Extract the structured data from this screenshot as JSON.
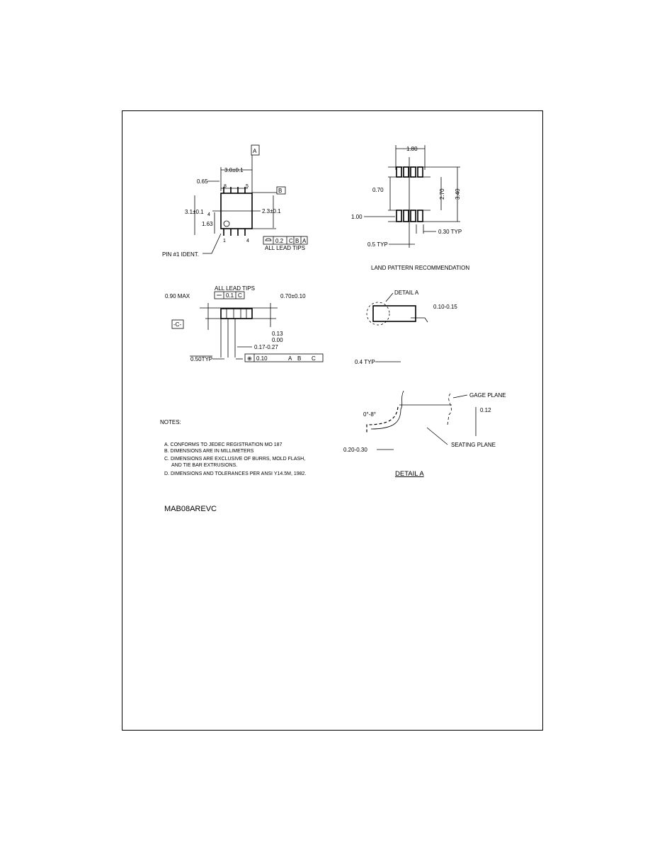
{
  "top_view": {
    "width_dim": "3.0±0.1",
    "pitch_dim": "0.65",
    "body_dim": "2.3±0.1",
    "height_dim": "3.1±0.1",
    "pin1_dim": "1.63",
    "pin_top_left": "8",
    "pin_top_right": "5",
    "pin_bottom_left": "1",
    "pin_bottom_right": "4",
    "center_mark": "4",
    "datum_a": "A",
    "datum_b": "B",
    "tolerance_value": "0.2",
    "tolerance_ref_c": "C",
    "tolerance_ref_b": "B",
    "tolerance_ref_a": "A",
    "lead_tips_note": "ALL LEAD TIPS",
    "pin1_label": "PIN #1 IDENT."
  },
  "land_pattern": {
    "width_dim": "1.80",
    "gap_dim": "0.70",
    "span_dim": "2.70",
    "outer_dim": "3.40",
    "pad_len_dim": "1.00",
    "pad_width_dim": "0.30 TYP",
    "pitch_dim": "0.5 TYP",
    "title": "LAND PATTERN RECOMMENDATION"
  },
  "side_view": {
    "lead_tips_note": "ALL LEAD TIPS",
    "coplanarity_value": "0.1",
    "coplanarity_ref": "C",
    "max_height": "0.90 MAX",
    "standoff": "0.70±0.10",
    "datum_c": "-C-",
    "thickness_top": "0.13",
    "thickness_bottom": "0.00",
    "lead_width": "0.17-0.27",
    "pitch": "0.50TYP",
    "position_tol": "0.10",
    "position_ref1": "A",
    "position_ref2": "B",
    "position_ref3": "C"
  },
  "detail_callout": {
    "label": "DETAIL A",
    "lead_thickness": "0.10-0.15",
    "typ_angle": "0.4 TYP"
  },
  "detail_a": {
    "angle": "0°-8°",
    "gage_plane": "GAGE PLANE",
    "gage_value": "0.12",
    "seating_plane": "SEATING PLANE",
    "foot_length": "0.20-0.30",
    "title": "DETAIL A"
  },
  "notes": {
    "heading": "NOTES:",
    "items": [
      "A. CONFORMS TO JEDEC REGISTRATION MO 187",
      "B. DIMENSIONS ARE IN MILLIMETERS",
      "C. DIMENSIONS ARE EXCLUSIVE OF BURRS, MOLD FLASH,",
      "AND TIE BAR EXTRUSIONS.",
      "D. DIMENSIONS AND TOLERANCES PER ANSI Y14.5M, 1982."
    ]
  },
  "drawing_id": "MAB08AREVC"
}
